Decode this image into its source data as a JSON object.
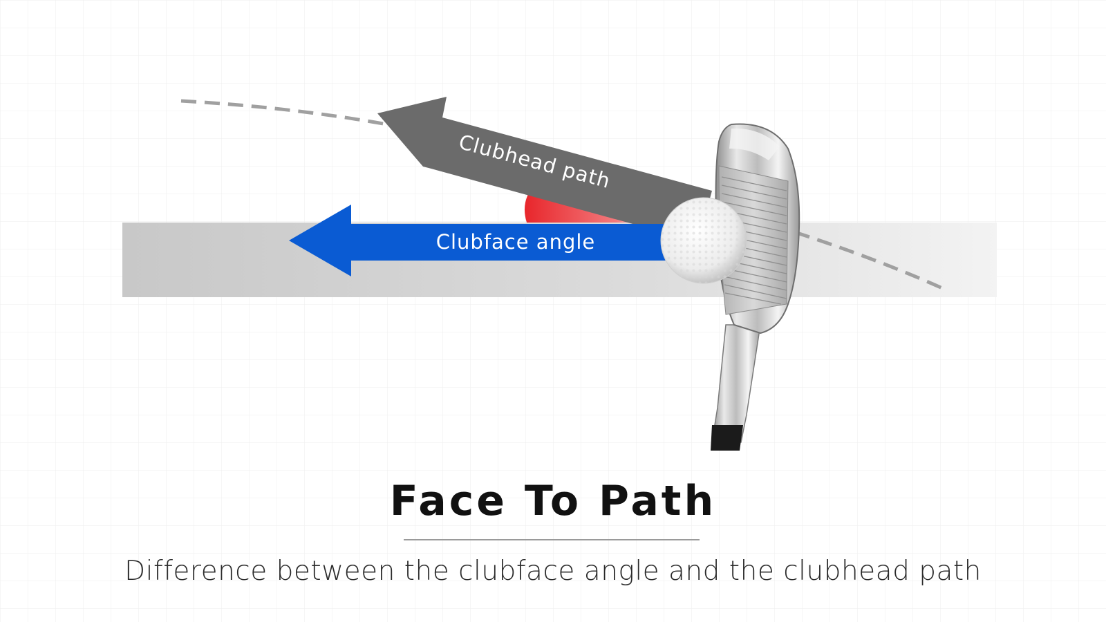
{
  "diagram": {
    "labels": {
      "clubhead_path": "Clubhead path",
      "clubface_angle": "Clubface angle"
    },
    "colors": {
      "clubface_arrow": "#0a5bd3",
      "clubhead_arrow": "#6b6b6b",
      "angle_wedge": "#e8262b",
      "target_band": "#c9c9c9",
      "swing_arc": "#a0a0a0"
    },
    "icons": [
      "golf-ball-icon",
      "iron-club-icon"
    ]
  },
  "caption": {
    "title": "Face To Path",
    "subtitle": "Difference between the clubface angle and the clubhead path"
  }
}
